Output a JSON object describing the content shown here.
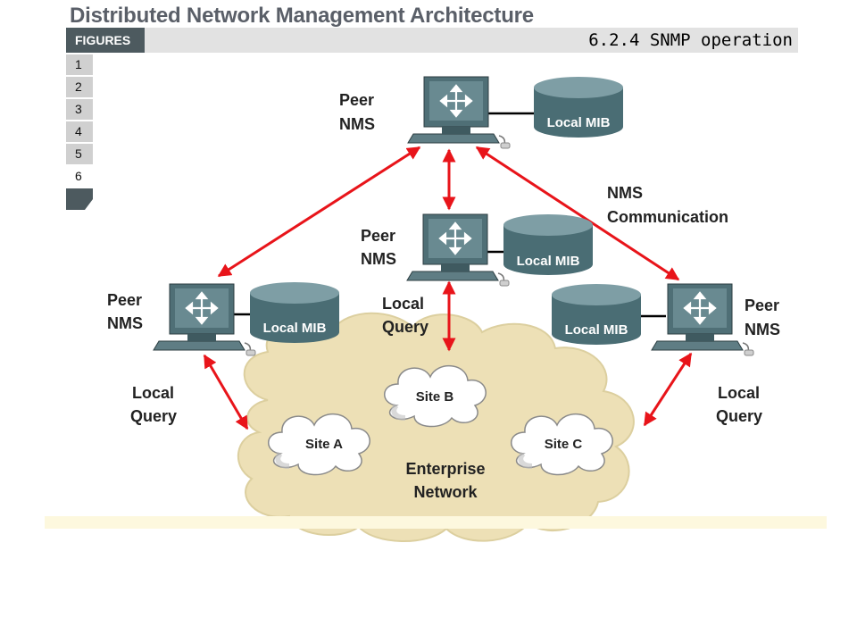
{
  "header": {
    "title": "Distributed Network Management Architecture",
    "section": "6.2.4  SNMP operation",
    "figures_label": "FIGURES"
  },
  "figures_nav": {
    "items": [
      "1",
      "2",
      "3",
      "4",
      "5",
      "6"
    ],
    "active": "6"
  },
  "diagram": {
    "nms_top": {
      "line1": "Peer",
      "line2": "NMS",
      "mib": "Local MIB"
    },
    "nms_center": {
      "line1": "Peer",
      "line2": "NMS",
      "mib": "Local MIB"
    },
    "nms_left": {
      "line1": "Peer",
      "line2": "NMS",
      "mib": "Local MIB"
    },
    "nms_right": {
      "line1": "Peer",
      "line2": "NMS",
      "mib": "Local MIB"
    },
    "nms_communication": {
      "line1": "NMS",
      "line2": "Communication"
    },
    "local_query_center": {
      "line1": "Local",
      "line2": "Query"
    },
    "local_query_left": {
      "line1": "Local",
      "line2": "Query"
    },
    "local_query_right": {
      "line1": "Local",
      "line2": "Query"
    },
    "sites": {
      "a": "Site A",
      "b": "Site B",
      "c": "Site C"
    },
    "network": {
      "line1": "Enterprise",
      "line2": "Network"
    },
    "colors": {
      "arrow": "#e8141a",
      "cloud_fill": "#ede0b6",
      "site_fill": "#ffffff",
      "monitor": "#4f6f76",
      "mib": "#5a7e86"
    }
  }
}
